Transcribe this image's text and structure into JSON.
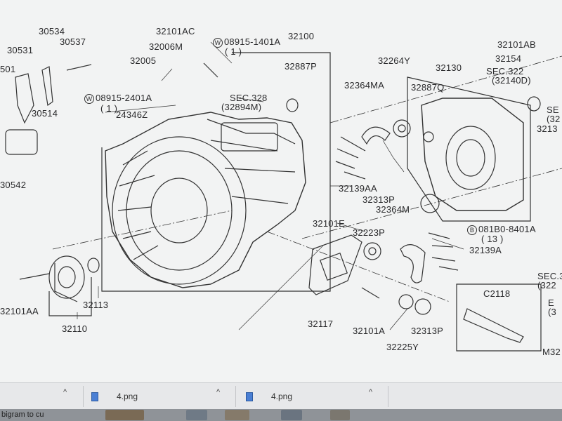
{
  "part_labels": {
    "p30534": "30534",
    "p30531": "30531",
    "p30537": "30537",
    "p501": "501",
    "p30514": "30514",
    "p30542": "30542",
    "p32101AC": "32101AC",
    "p32006M": "32006M",
    "p32005": "32005",
    "pW08915_1401A": "08915-1401A",
    "pW1": "( 1 )",
    "p32100": "32100",
    "p32887P": "32887P",
    "pW08915_2401A": "08915-2401A",
    "pW1b": "( 1 )",
    "p24346Z": "24346Z",
    "pSEC328": "SEC.328",
    "p32894M": "(32894M)",
    "p32264Y": "32264Y",
    "p32130": "32130",
    "p32364MA": "32364MA",
    "p32887Q": "32887Q",
    "p32101AB": "32101AB",
    "p32154": "32154",
    "pSEC322": "SEC.322",
    "p32140D": "(32140D)",
    "pSE": "SE",
    "p32": "(32",
    "p3213": "3213",
    "p32139AA": "32139AA",
    "p32313P": "32313P",
    "p32364M": "32364M",
    "p32101E": "32101E",
    "p32223P": "32223P",
    "pB081B0_8401A": "081B0-8401A",
    "p13": "( 13 )",
    "p32139A": "32139A",
    "pSEC_r": "SEC.3",
    "p322": "(322",
    "pE": "E",
    "p32r": "(3",
    "p32101AA": "32101AA",
    "p32113": "32113",
    "p32110": "32110",
    "p32117": "32117",
    "p32101A": "32101A",
    "p32225Y": "32225Y",
    "p32313P_b": "32313P",
    "pC2118": "C2118",
    "pM32": "M32"
  },
  "circled": {
    "w": "W",
    "b": "B"
  },
  "downloads": {
    "item1_name": "4.png",
    "item2_name": "4.png",
    "chevron": "^"
  },
  "taskbar": {
    "left_text": "bigram to cu"
  }
}
